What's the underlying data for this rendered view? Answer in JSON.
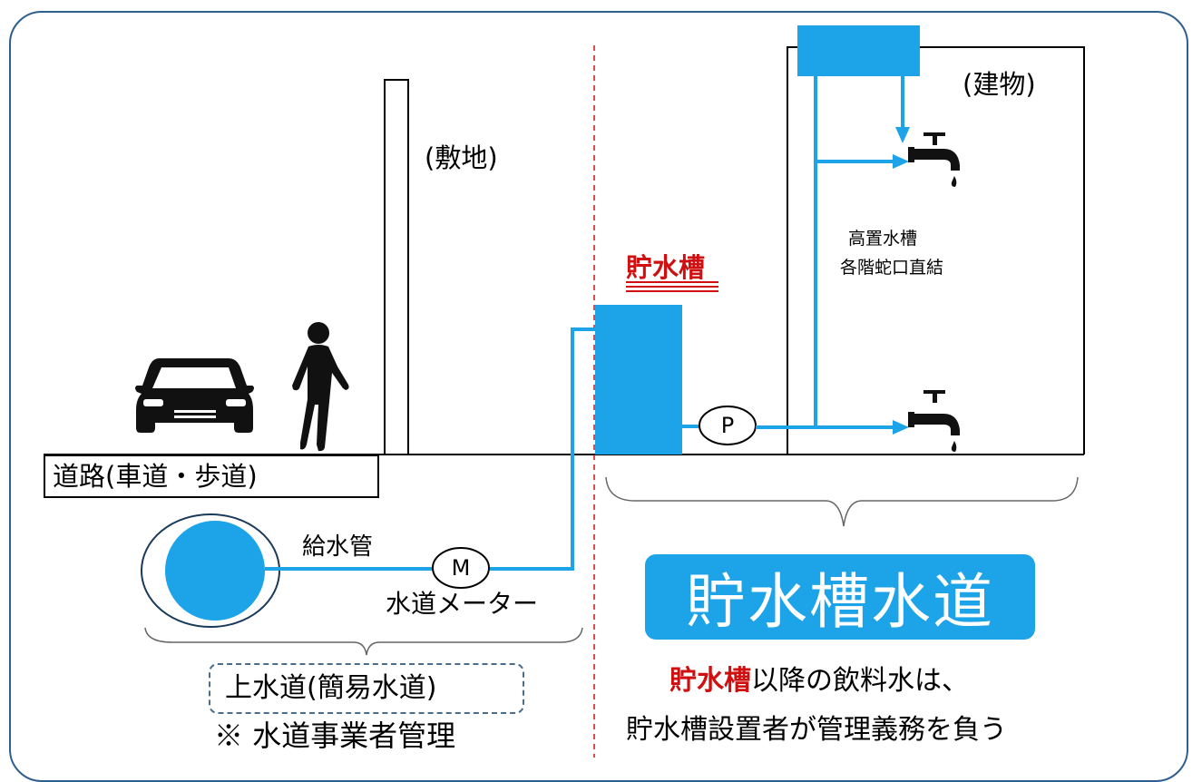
{
  "labels": {
    "road": "道路(車道・歩道)",
    "site": "(敷地)",
    "building": "(建物)",
    "tank": "貯水槽",
    "elevated_tank_line1": "高置水槽",
    "elevated_tank_line2": "各階蛇口直結",
    "supply_pipe": "給水管",
    "water_meter": "水道メーター",
    "meter_symbol": "M",
    "pump_symbol": "P",
    "tank_water_system": "貯水槽水道",
    "public_water": "上水道(簡易水道)",
    "public_note": "※ 水道事業者管理",
    "duty_line1_highlight": "貯水槽",
    "duty_line1_rest": "以降の飲料水は、",
    "duty_line2": "貯水槽設置者が管理義務を負う"
  },
  "colors": {
    "water_blue": "#1ca3e8",
    "highlight_red": "#d01010",
    "frame_border": "#2f5f8f",
    "icon_dark": "#111111"
  },
  "icons": [
    "car-icon",
    "pedestrian-icon",
    "faucet-icon"
  ]
}
